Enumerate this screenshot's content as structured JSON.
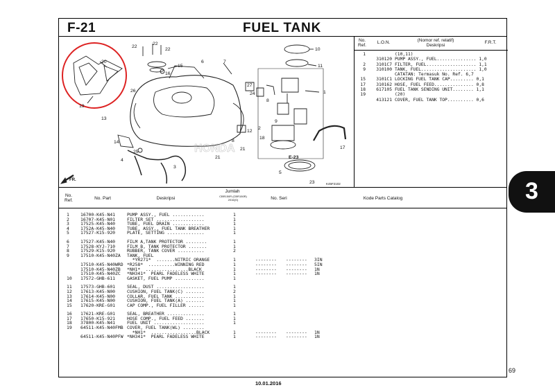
{
  "header": {
    "code": "F-21",
    "title": "FUEL TANK"
  },
  "ref_list": {
    "columns": {
      "no_ref": "No.\nRef.",
      "lon": "L.O.N.",
      "desc": "(Nomor ref. relatif)\nDeskripsi",
      "frt": "F.R.T."
    },
    "rows": [
      {
        "ref": "1",
        "code": "",
        "text": "(10,11)"
      },
      {
        "ref": "",
        "code": "310120",
        "text": "PUMP ASSY., FUEL............... 1,0"
      },
      {
        "ref": "2",
        "code": "3101C7",
        "text": "FILTER, FUEL................... 1,1"
      },
      {
        "ref": "9",
        "code": "310100",
        "text": "TANK, FUEL..................... 1,0"
      },
      {
        "ref": "",
        "code": "",
        "text": "CATATAN: Termasuk No. Ref. 6,7"
      },
      {
        "ref": "15",
        "code": "3101C1",
        "text": "LOCKING FUEL TANK CAP......... 0,1"
      },
      {
        "ref": "17",
        "code": "310162",
        "text": "HOSE, FUEL FEED............... 0,8"
      },
      {
        "ref": "18",
        "code": "617105",
        "text": "FUEL TANK SENDING UNIT........ 1,1"
      },
      {
        "ref": "19",
        "code": "",
        "text": "(20)"
      },
      {
        "ref": "",
        "code": "413121",
        "text": "COVER, FUEL TANK TOP.......... 0,6"
      }
    ]
  },
  "diagram": {
    "callouts": [
      "22",
      "22",
      "22",
      "20",
      "19",
      "16",
      "15",
      "6",
      "7",
      "10",
      "11",
      "1",
      "27",
      "24",
      "8",
      "26",
      "13",
      "14",
      "25",
      "4",
      "3",
      "12",
      "8",
      "21",
      "21",
      "2",
      "18",
      "5",
      "23",
      "17",
      "9",
      "E-23"
    ],
    "fr_label": "FR.",
    "figure_code": "K45F2102",
    "watermark": "HONDA"
  },
  "table": {
    "headers": {
      "no_ref": "No.\nRef.",
      "no_part": "No. Part",
      "desc": "Deskripsi",
      "qty": "Jumlah",
      "qty_sub": "CBR150R (CBR150R)\n2016(G)",
      "serial": "No. Seri",
      "catalog": "Kode Parts Catalog"
    },
    "groups": [
      [
        {
          "ref": "1",
          "part": "16700-K45-N41",
          "desc": "PUMP ASSY., FUEL ............",
          "qty": "1"
        },
        {
          "ref": "2",
          "part": "16707-K45-N01",
          "desc": "FILTER SET ..................",
          "qty": "1"
        },
        {
          "ref": "3",
          "part": "17525-K45-N40",
          "desc": "TUBE, FUEL DRAIN ............",
          "qty": "1"
        },
        {
          "ref": "4",
          "part": "1752A-K45-N40",
          "desc": "TUBE, ASSY., FUEL TANK BREATHER",
          "qty": "1"
        },
        {
          "ref": "5",
          "part": "17527-K15-920",
          "desc": "PLATE, SETTING ..............",
          "qty": "1"
        }
      ],
      [
        {
          "ref": "6",
          "part": "17527-K45-N40",
          "desc": "FILM A,TANK PROTECTOR ........",
          "qty": "1"
        },
        {
          "ref": "7",
          "part": "17528-KYJ-710",
          "desc": "FILM B, TANK PROTECTOR .......",
          "qty": "1"
        },
        {
          "ref": "8",
          "part": "17529-K15-920",
          "desc": "RUBBER, TANK COVER ..........",
          "qty": "2"
        },
        {
          "ref": "9",
          "part": "17510-K45-N40ZA",
          "desc": "TANK, FUEL",
          "qty": ""
        },
        {
          "ref": "",
          "part": "",
          "desc": "  *YR271*  .......NITRIC ORANGE",
          "qty": "1",
          "s1": "--------",
          "s2": "--------",
          "cat": "3IN"
        },
        {
          "ref": "",
          "part": "17510-K45-N40WRD",
          "desc": "*R258*  ..........WINNING RED",
          "qty": "1",
          "s1": "--------",
          "s2": "--------",
          "cat": "5IN"
        },
        {
          "ref": "",
          "part": "17510-K45-N40ZB",
          "desc": "*NH1*  ................BLACK",
          "qty": "1",
          "s1": "--------",
          "s2": "--------",
          "cat": "1N"
        },
        {
          "ref": "",
          "part": "17510-K45-N40ZC",
          "desc": "*NH341*  PEARL FADELESS WHITE",
          "qty": "1",
          "s1": "--------",
          "s2": "--------",
          "cat": "1N"
        },
        {
          "ref": "10",
          "part": "17572-GHB-611",
          "desc": "GASKET, FUEL PUMP ...........",
          "qty": "1"
        }
      ],
      [
        {
          "ref": "11",
          "part": "17573-GHB-601",
          "desc": "SEAL, DUST ..................",
          "qty": "1"
        },
        {
          "ref": "12",
          "part": "17613-K45-N00",
          "desc": "CUSHION, FUEL TANK(C) .......",
          "qty": "2"
        },
        {
          "ref": "13",
          "part": "17614-K45-N00",
          "desc": "COLLAR, FUEL TANK ...........",
          "qty": "1"
        },
        {
          "ref": "14",
          "part": "17615-K45-N00",
          "desc": "CUSHION, FUEL TANK(A) .......",
          "qty": "1"
        },
        {
          "ref": "15",
          "part": "17620-KRE-G01",
          "desc": "CAP COMP., FUEL FILLER ......",
          "qty": "1"
        }
      ],
      [
        {
          "ref": "16",
          "part": "17621-KRE-G01",
          "desc": "SEAL, BREATHER ..............",
          "qty": "1"
        },
        {
          "ref": "17",
          "part": "17650-K15-921",
          "desc": "HOSE COMP., FUEL FEED .......",
          "qty": "1"
        },
        {
          "ref": "18",
          "part": "37800-K45-N41",
          "desc": "FUEL UNIT ...................",
          "qty": "1"
        },
        {
          "ref": "19",
          "part": "64511-K45-N40FMB",
          "desc": "COVER, FUEL TANK(WL) ........",
          "qty": ""
        },
        {
          "ref": "",
          "part": "",
          "desc": "  *NH1*  .................BLACK",
          "qty": "1",
          "s1": "--------",
          "s2": "--------",
          "cat": "1N"
        },
        {
          "ref": "",
          "part": "64511-K45-N40PFW",
          "desc": "*NH341*  PEARL FADELESS WHITE",
          "qty": "1",
          "s1": "--------",
          "s2": "--------",
          "cat": "1N"
        }
      ]
    ]
  },
  "footer": {
    "date": "10.01.2016",
    "page": "69",
    "section_tab": "3"
  }
}
